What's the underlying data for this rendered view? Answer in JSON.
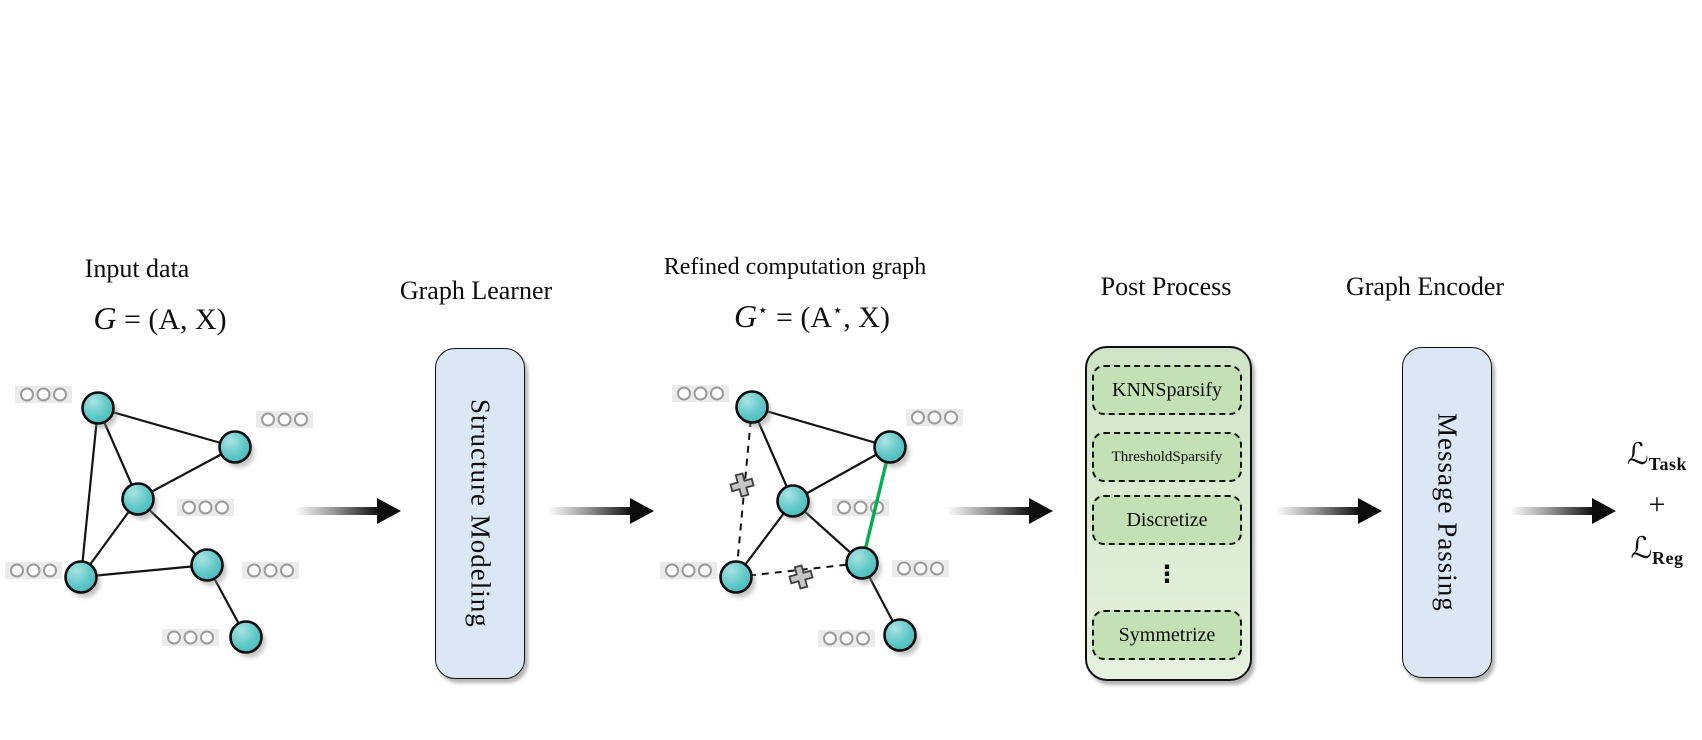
{
  "stage_input": {
    "title": "Input data",
    "formula": {
      "g": "G",
      "rest": " = (A, X)"
    }
  },
  "stage_learner": {
    "title": "Graph Learner",
    "box_label": "Structure Modeling"
  },
  "stage_refined": {
    "title": "Refined computation graph",
    "formula": {
      "g": "G",
      "star1": "⋆",
      "mid": " = (A",
      "star2": "⋆",
      "rest": ", X)"
    }
  },
  "stage_post": {
    "title": "Post Process",
    "items": [
      "KNNSparsify",
      "ThresholdSparsify",
      "Discretize",
      "Symmetrize"
    ],
    "dots": "⋮"
  },
  "stage_encoder": {
    "title": "Graph Encoder",
    "box_label": "Message Passing"
  },
  "output_loss": {
    "task_symbol": "ℒ",
    "task_sub": "Task",
    "plus": "+",
    "reg_symbol": "ℒ",
    "reg_sub": "Reg"
  },
  "colors": {
    "node_fill": "#49bcbd",
    "node_highlight": "#a9e3e3",
    "edge": "#141414",
    "removed_edge_mark": "#c6c6c6",
    "new_edge": "#00b050",
    "learner_box": "#dbe7f4",
    "post_box": "#d5e8cd",
    "post_item": "#c3e1b5",
    "feature_box": "#ebebeb",
    "arrow": "#111111"
  }
}
